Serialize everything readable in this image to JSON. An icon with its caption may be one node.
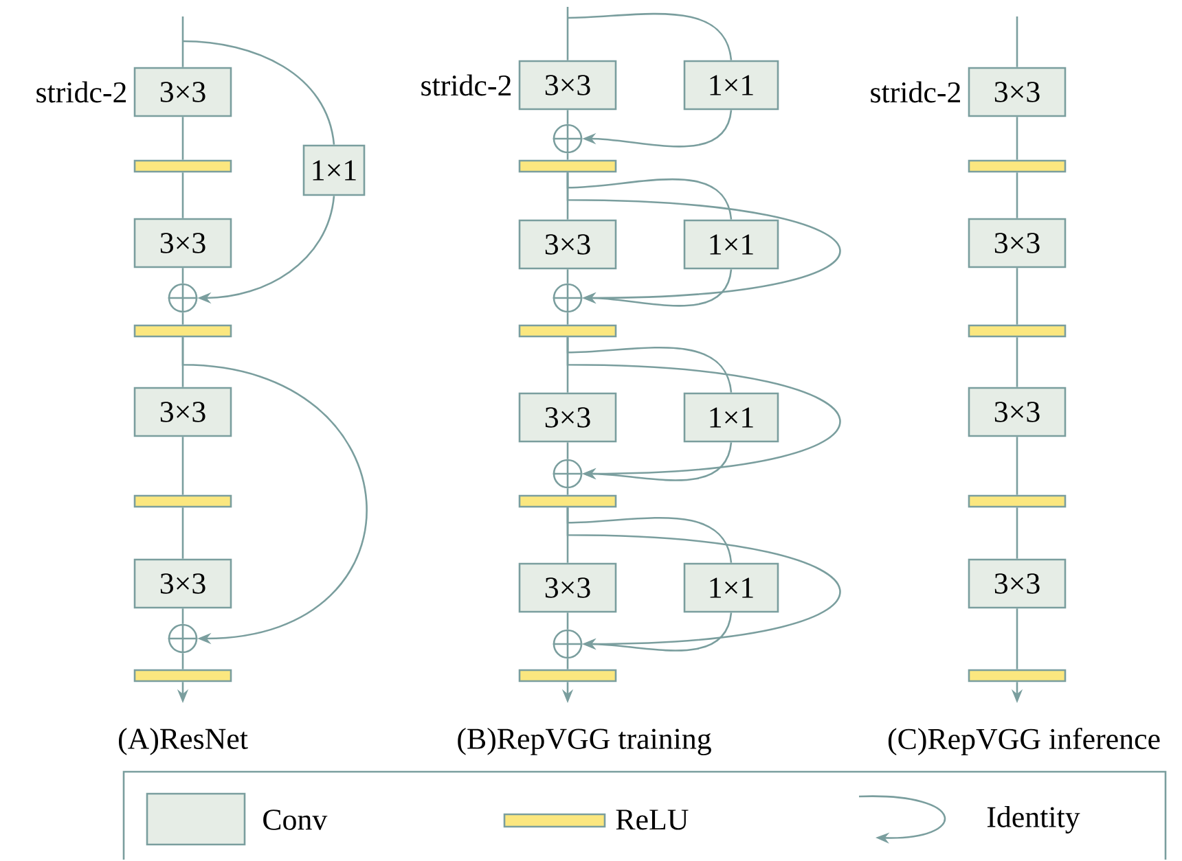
{
  "diagram": {
    "nodes": [
      {
        "text": [
          "3×3"
        ],
        "beside": [
          "stridc-2"
        ]
      },
      {
        "text": [],
        "shape": "bar"
      },
      {
        "text": [
          "3×3"
        ]
      },
      {
        "text": [],
        "shape": "circle"
      },
      {
        "text": [],
        "shape": "bar"
      },
      {
        "text": [
          "3×3"
        ]
      },
      {
        "text": [],
        "shape": "bar"
      },
      {
        "text": [
          "3×3"
        ]
      },
      {
        "text": [],
        "shape": "circle"
      },
      {
        "text": [],
        "shape": "bar"
      },
      {
        "text": [
          "1×1"
        ]
      },
      {
        "text": [
          "3×3"
        ],
        "beside": [
          "stridc-2"
        ]
      },
      {
        "text": [
          "1×1"
        ]
      },
      {
        "text": [],
        "shape": "circle"
      },
      {
        "text": [],
        "shape": "bar"
      },
      {
        "text": [
          "3×3"
        ]
      },
      {
        "text": [
          "1×1"
        ]
      },
      {
        "text": [],
        "shape": "circle"
      },
      {
        "text": [],
        "shape": "bar"
      },
      {
        "text": [
          "3×3"
        ]
      },
      {
        "text": [
          "1×1"
        ]
      },
      {
        "text": [],
        "shape": "circle"
      },
      {
        "text": [],
        "shape": "bar"
      },
      {
        "text": [
          "3×3"
        ]
      },
      {
        "text": [
          "1×1"
        ]
      },
      {
        "text": [],
        "shape": "circle"
      },
      {
        "text": [],
        "shape": "bar"
      },
      {
        "text": [
          "3×3"
        ],
        "beside": [
          "stridc-2"
        ]
      },
      {
        "text": [],
        "shape": "bar"
      },
      {
        "text": [
          "3×3"
        ]
      },
      {
        "text": [],
        "shape": "bar"
      },
      {
        "text": [
          "3×3"
        ]
      },
      {
        "text": [],
        "shape": "bar"
      },
      {
        "text": [
          "3×3"
        ]
      },
      {
        "text": [],
        "shape": "bar"
      }
    ],
    "edges": [
      {
        "from": null,
        "to": 0,
        "arrow": "none"
      },
      {
        "from": 0,
        "to": 1,
        "arrow": "none"
      },
      {
        "from": 1,
        "to": 2,
        "arrow": "none"
      },
      {
        "from": 2,
        "to": 3,
        "arrow": "none"
      },
      {
        "from": 3,
        "to": 4,
        "arrow": "none"
      },
      {
        "from": 4,
        "to": 5,
        "arrow": "none"
      },
      {
        "from": 5,
        "to": 6,
        "arrow": "none"
      },
      {
        "from": 6,
        "to": 7,
        "arrow": "none"
      },
      {
        "from": 7,
        "to": 8,
        "arrow": "none"
      },
      {
        "from": 8,
        "to": 9,
        "arrow": "none"
      },
      {
        "from": 9,
        "to": null,
        "arrow": "to"
      },
      {
        "from": null,
        "to": 10,
        "arrow": "none"
      },
      {
        "from": 10,
        "to": 3,
        "arrow": "to"
      },
      {
        "from": 4,
        "to": 8,
        "arrow": "to"
      },
      {
        "from": null,
        "to": 11,
        "arrow": "none"
      },
      {
        "from": 11,
        "to": 13,
        "arrow": "none"
      },
      {
        "from": 13,
        "to": 14,
        "arrow": "none"
      },
      {
        "from": 14,
        "to": 15,
        "arrow": "none"
      },
      {
        "from": 15,
        "to": 17,
        "arrow": "none"
      },
      {
        "from": 17,
        "to": 18,
        "arrow": "none"
      },
      {
        "from": 18,
        "to": 19,
        "arrow": "none"
      },
      {
        "from": 19,
        "to": 21,
        "arrow": "none"
      },
      {
        "from": 21,
        "to": 22,
        "arrow": "none"
      },
      {
        "from": 22,
        "to": 23,
        "arrow": "none"
      },
      {
        "from": 23,
        "to": 25,
        "arrow": "none"
      },
      {
        "from": 25,
        "to": 26,
        "arrow": "none"
      },
      {
        "from": 26,
        "to": null,
        "arrow": "to"
      },
      {
        "from": null,
        "to": 12,
        "arrow": "none"
      },
      {
        "from": 12,
        "to": 13,
        "arrow": "to"
      },
      {
        "from": 14,
        "to": 16,
        "arrow": "none"
      },
      {
        "from": 16,
        "to": 17,
        "arrow": "to"
      },
      {
        "from": 14,
        "to": 17,
        "arrow": "to"
      },
      {
        "from": 18,
        "to": 20,
        "arrow": "none"
      },
      {
        "from": 20,
        "to": 21,
        "arrow": "to"
      },
      {
        "from": 18,
        "to": 21,
        "arrow": "to"
      },
      {
        "from": 22,
        "to": 24,
        "arrow": "none"
      },
      {
        "from": 24,
        "to": 25,
        "arrow": "to"
      },
      {
        "from": 22,
        "to": 25,
        "arrow": "to"
      },
      {
        "from": null,
        "to": 27,
        "arrow": "none"
      },
      {
        "from": 27,
        "to": 28,
        "arrow": "none"
      },
      {
        "from": 28,
        "to": 29,
        "arrow": "none"
      },
      {
        "from": 29,
        "to": 30,
        "arrow": "none"
      },
      {
        "from": 30,
        "to": 31,
        "arrow": "none"
      },
      {
        "from": 31,
        "to": 32,
        "arrow": "none"
      },
      {
        "from": 32,
        "to": 33,
        "arrow": "none"
      },
      {
        "from": 33,
        "to": 34,
        "arrow": "none"
      },
      {
        "from": 34,
        "to": null,
        "arrow": "to"
      }
    ],
    "labels": [
      "(A)ResNet",
      "(B)RepVGG training",
      "(C)RepVGG inference"
    ],
    "legend": [
      {
        "text": "Conv",
        "color": "#e6ede6"
      },
      {
        "text": "ReLU",
        "color": "#fbe77f"
      },
      {
        "text": "Identity"
      }
    ]
  }
}
